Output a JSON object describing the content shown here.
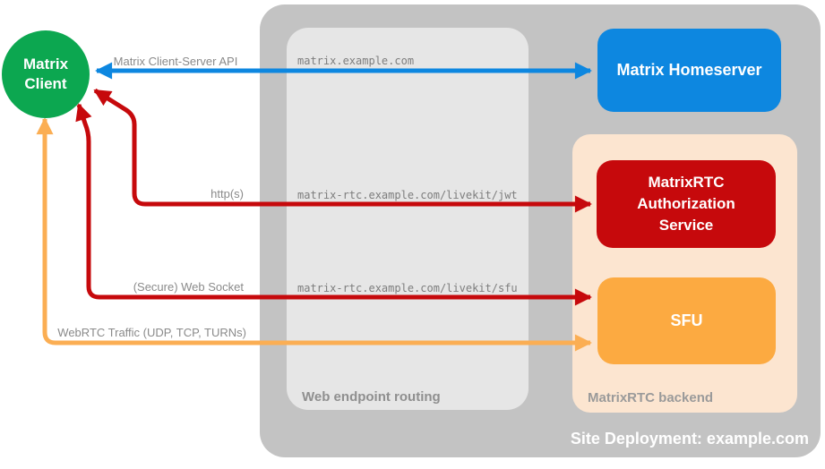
{
  "nodes": {
    "matrix_client": {
      "label": "Matrix\nClient",
      "color": "#0ca750",
      "text_color": "#ffffff"
    },
    "matrix_homeserver": {
      "label": "Matrix Homeserver",
      "color": "#0d87e0",
      "text_color": "#ffffff"
    },
    "matrixrtc_auth": {
      "label": "MatrixRTC\nAuthorization\nService",
      "color": "#c6090c",
      "text_color": "#ffffff"
    },
    "sfu": {
      "label": "SFU",
      "color": "#fcaa41",
      "text_color": "#ffffff"
    }
  },
  "containers": {
    "site_deployment": {
      "label": "Site Deployment: example.com",
      "color": "#c3c3c3",
      "label_color": "#ffffff"
    },
    "web_endpoint_routing": {
      "label": "Web endpoint routing",
      "color": "#e6e6e6",
      "label_color": "#8f8f8f"
    },
    "matrixrtc_backend": {
      "label": "MatrixRTC backend",
      "color": "#fce5d0",
      "label_color": "#9a9a9a"
    }
  },
  "endpoints": {
    "homeserver": "matrix.example.com",
    "jwt": "matrix-rtc.example.com/livekit/jwt",
    "sfu": "matrix-rtc.example.com/livekit/sfu"
  },
  "connections": [
    {
      "label": "Matrix Client-Server API",
      "color": "#0d87e0",
      "from": "Matrix Client",
      "to": "Matrix Homeserver"
    },
    {
      "label": "http(s)",
      "color": "#c6090c",
      "from": "Matrix Client",
      "to": "MatrixRTC Authorization Service"
    },
    {
      "label": "(Secure) Web Socket",
      "color": "#c6090c",
      "from": "Matrix Client",
      "to": "SFU"
    },
    {
      "label": "WebRTC Traffic (UDP, TCP, TURNs)",
      "color": "#fbae53",
      "from": "Matrix Client",
      "to": "SFU"
    }
  ]
}
